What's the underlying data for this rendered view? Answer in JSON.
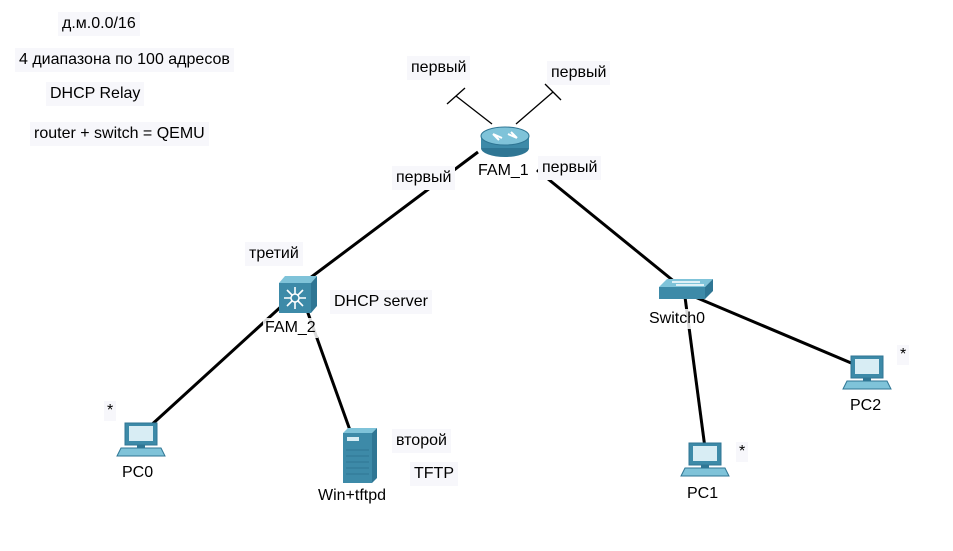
{
  "notes": [
    {
      "id": "subnet",
      "text": "д.м.0.0/16"
    },
    {
      "id": "ranges",
      "text": "4 диапазона по 100 адресов"
    },
    {
      "id": "relay",
      "text": "DHCP Relay"
    },
    {
      "id": "qemu",
      "text": "router + switch = QEMU"
    }
  ],
  "annotations": {
    "ant_left": "первый",
    "ant_right": "первый",
    "link_left": "первый",
    "link_right": "первый",
    "fam2_tag": "третий",
    "dhcp_server": "DHCP server",
    "server_tag": "второй",
    "tftp": "TFTP",
    "pc0_mark": "*",
    "pc1_mark": "*",
    "pc2_mark": "*"
  },
  "devices": {
    "router": {
      "name": "FAM_1",
      "icon": "router-icon"
    },
    "l3switch": {
      "name": "FAM_2",
      "icon": "multilayer-switch-icon"
    },
    "switch": {
      "name": "Switch0",
      "icon": "switch-icon"
    },
    "pc0": {
      "name": "PC0",
      "icon": "pc-icon"
    },
    "server": {
      "name": "Win+tftpd",
      "icon": "server-icon"
    },
    "pc1": {
      "name": "PC1",
      "icon": "pc-icon"
    },
    "pc2": {
      "name": "PC2",
      "icon": "pc-icon"
    }
  },
  "colors": {
    "link": "#000000",
    "device_body": "#3d8aa8",
    "device_light": "#7fc3d9",
    "note_bg": "#f7f7fb"
  }
}
